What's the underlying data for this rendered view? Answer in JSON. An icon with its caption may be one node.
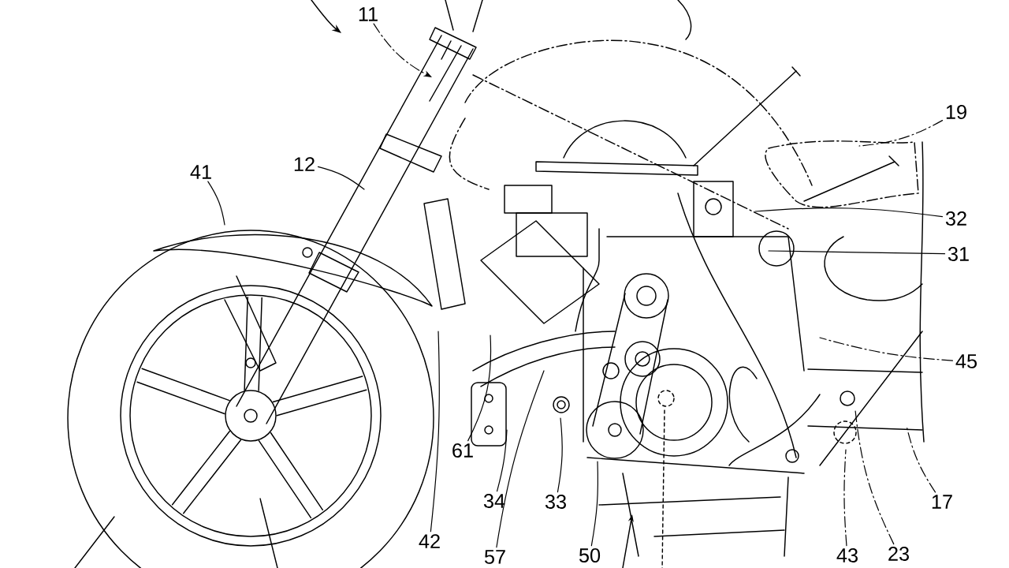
{
  "diagram": {
    "nodes": [
      {
        "text": [
          "11"
        ]
      },
      {
        "text": [
          "12"
        ]
      },
      {
        "text": [
          "41"
        ]
      },
      {
        "text": [
          "19"
        ]
      },
      {
        "text": [
          "32"
        ]
      },
      {
        "text": [
          "31"
        ]
      },
      {
        "text": [
          "45"
        ]
      },
      {
        "text": [
          "61"
        ]
      },
      {
        "text": [
          "34"
        ]
      },
      {
        "text": [
          "33"
        ]
      },
      {
        "text": [
          "17"
        ]
      },
      {
        "text": [
          "42"
        ]
      },
      {
        "text": [
          "57"
        ]
      },
      {
        "text": [
          "50"
        ]
      },
      {
        "text": [
          "43"
        ]
      },
      {
        "text": [
          "23"
        ]
      }
    ],
    "edges": [
      {
        "from": 0,
        "to": null,
        "arrow": "to",
        "style": "dashed"
      },
      {
        "from": 1,
        "to": null,
        "arrow": "none"
      },
      {
        "from": 2,
        "to": null,
        "arrow": "none"
      },
      {
        "from": 3,
        "to": null,
        "arrow": "none",
        "style": "dashed"
      },
      {
        "from": 4,
        "to": null,
        "arrow": "none"
      },
      {
        "from": 5,
        "to": null,
        "arrow": "none"
      },
      {
        "from": 6,
        "to": null,
        "arrow": "none",
        "style": "dashed"
      },
      {
        "from": 7,
        "to": null,
        "arrow": "none"
      },
      {
        "from": 8,
        "to": null,
        "arrow": "none"
      },
      {
        "from": 9,
        "to": null,
        "arrow": "none"
      },
      {
        "from": 10,
        "to": null,
        "arrow": "none",
        "style": "dashed"
      },
      {
        "from": 11,
        "to": null,
        "arrow": "none"
      },
      {
        "from": 12,
        "to": null,
        "arrow": "none"
      },
      {
        "from": 13,
        "to": null,
        "arrow": "none"
      },
      {
        "from": 14,
        "to": null,
        "arrow": "none",
        "style": "dashed"
      },
      {
        "from": 15,
        "to": null,
        "arrow": "none",
        "style": "dashed"
      }
    ]
  }
}
